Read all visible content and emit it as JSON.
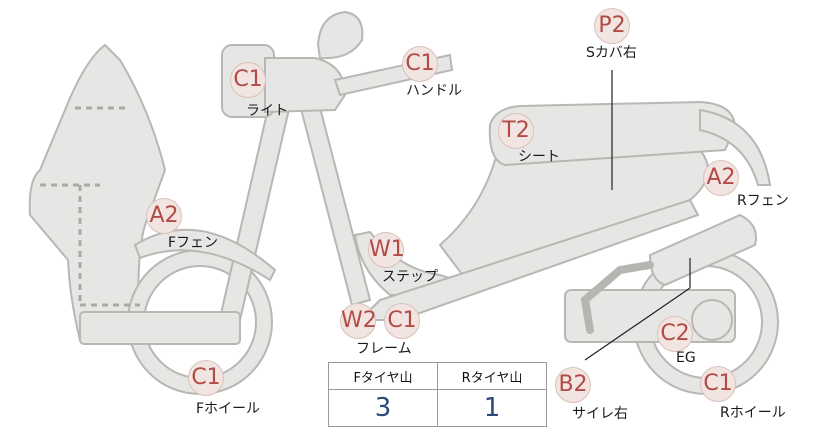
{
  "parts": [
    {
      "code": "C1",
      "label": "ライト"
    },
    {
      "code": "C1",
      "label": "ハンドル"
    },
    {
      "code": "P2",
      "label": "Sカバ右"
    },
    {
      "code": "T2",
      "label": "シート"
    },
    {
      "code": "A2",
      "label": "Rフェン"
    },
    {
      "code": "A2",
      "label": "Fフェン"
    },
    {
      "code": "W1",
      "label": "ステップ"
    },
    {
      "code": "W2",
      "label": ""
    },
    {
      "code": "C1",
      "label": "フレーム"
    },
    {
      "code": "C2",
      "label": "EG"
    },
    {
      "code": "C1",
      "label": "Fホイール"
    },
    {
      "code": "B2",
      "label": "サイレ右"
    },
    {
      "code": "C1",
      "label": "Rホイール"
    }
  ],
  "tire_table": {
    "front_header": "Fタイヤ山",
    "rear_header": "Rタイヤ山",
    "front_value": "3",
    "rear_value": "1"
  },
  "colors": {
    "part_fill": "#e6e6e4",
    "part_stroke": "#b7b7b4",
    "badge_text": "#b24a46",
    "value_text": "#2c4a7a"
  }
}
